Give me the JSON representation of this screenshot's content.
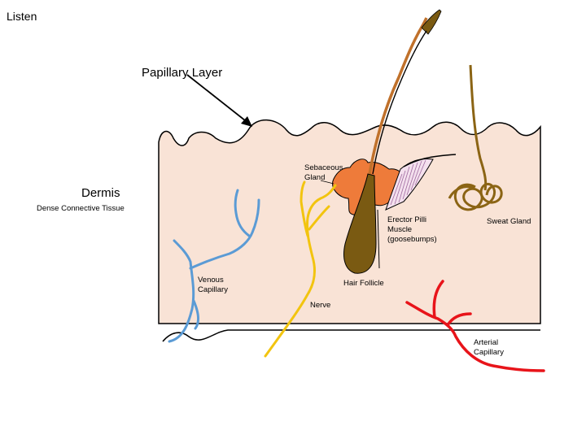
{
  "toolbar": {
    "listen_label": "Listen"
  },
  "labels": {
    "papillary_layer": "Papillary Layer",
    "dermis": "Dermis",
    "dense_connective_tissue": "Dense Connective Tissue",
    "sebaceous_gland": [
      "Sebaceous",
      "Gland"
    ],
    "erector_pilli": [
      "Erector Pilli",
      "Muscle",
      "(goosebumps)"
    ],
    "sweat_gland": "Sweat Gland",
    "venous_capillary": [
      "Venous",
      "Capillary"
    ],
    "hair_follicle": "Hair Follicle",
    "nerve": "Nerve",
    "arterial_capillary": [
      "Arterial",
      "Capillary"
    ]
  },
  "colors": {
    "dermis_fill": "#f9e3d6",
    "outline": "#000000",
    "sebaceous": "#ee7b3a",
    "hair": "#7a5a12",
    "hair_shaft_upper": "#c0712b",
    "sweat_gland": "#8b6414",
    "vein": "#5b9bd5",
    "nerve": "#f2c40f",
    "artery": "#e8141a",
    "erector": "#a06aa0"
  }
}
